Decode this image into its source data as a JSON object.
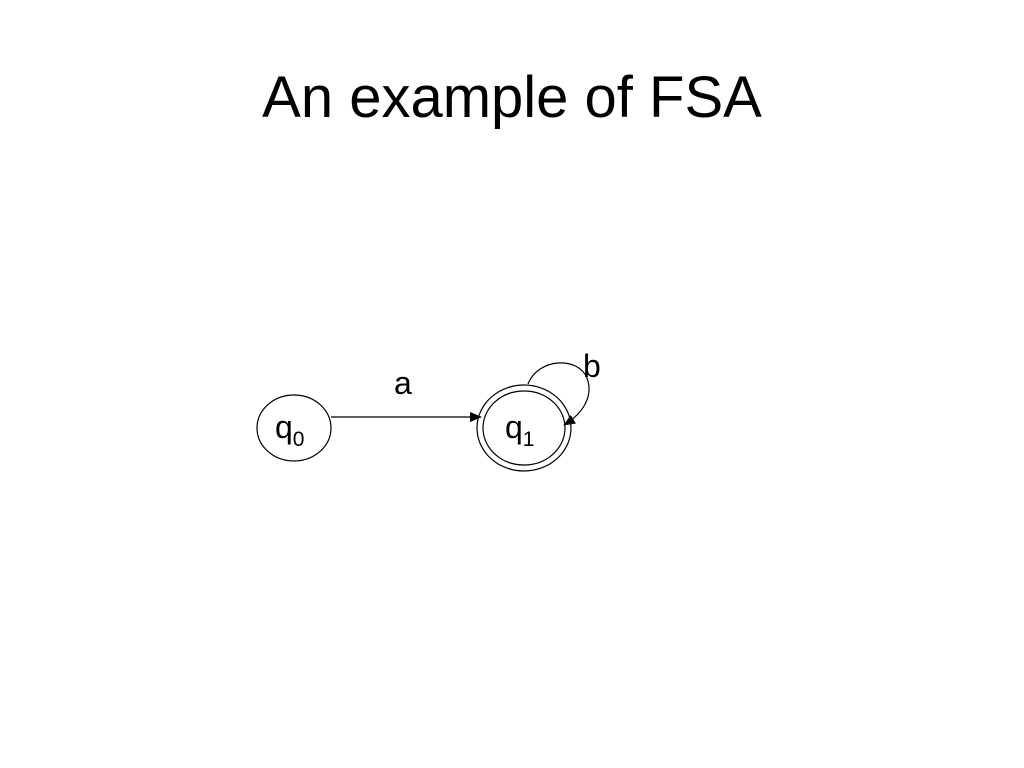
{
  "slide": {
    "title": "An example of FSA"
  },
  "automaton": {
    "states": [
      {
        "symbol": "q",
        "subscript": "0",
        "accepting": false
      },
      {
        "symbol": "q",
        "subscript": "1",
        "accepting": true
      }
    ],
    "transitions": [
      {
        "from": "q0",
        "to": "q1",
        "label": "a"
      },
      {
        "from": "q1",
        "to": "q1",
        "label": "b"
      }
    ]
  }
}
